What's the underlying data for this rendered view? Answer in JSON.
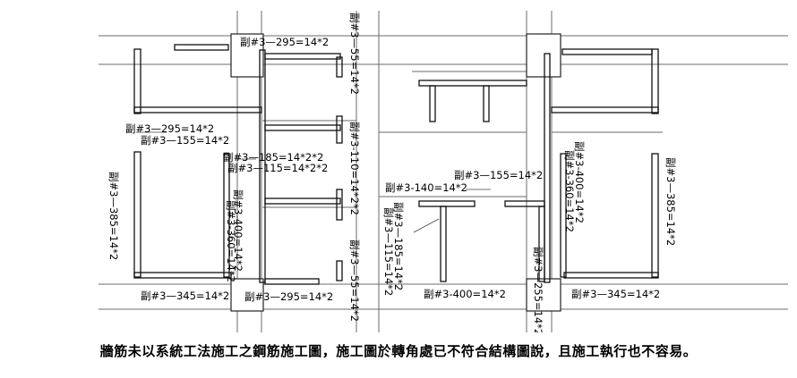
{
  "caption": "牆筋未以系統工法施工之鋼筋施工圖，施工圖於轉角處已不符合結構圖說，且施工執行也不容易。",
  "labels": {
    "l_top_295": "副#3—295=14*2",
    "l_top_55": "副#3—55=14*2",
    "l_mid_295": "副#3—295=14*2",
    "l_mid_155": "副#3—155=14*2",
    "l_185": "副#3—185=14*2*2",
    "l_115": "副#3—115=14*2*2",
    "l_110": "副#3-110=14*2*2",
    "l_left_385": "副#3—385=14*2",
    "l_400_left": "副#3-400=14*2",
    "l_360_left": "副#3-360=14*2",
    "l_bot_345": "副#3—345=14*2",
    "l_bot_295": "副#3—295=14*2",
    "l_bot_55": "副#3—55=14*2",
    "l_r_155": "副#3—155=14*2",
    "l_r_140": "副#3-140=14*2",
    "l_r_185": "副#3—185=14*2",
    "l_r_115": "副#3—115=14*2",
    "l_r_400_bot": "副#3-400=14*2",
    "l_r_255": "副#3—255=14*2",
    "l_r_400": "副#3-400=14*2",
    "l_r_360": "副#3-360=14*2",
    "l_r_385": "副#3—385=14*2",
    "l_r_345": "副#3—345=14*2"
  }
}
